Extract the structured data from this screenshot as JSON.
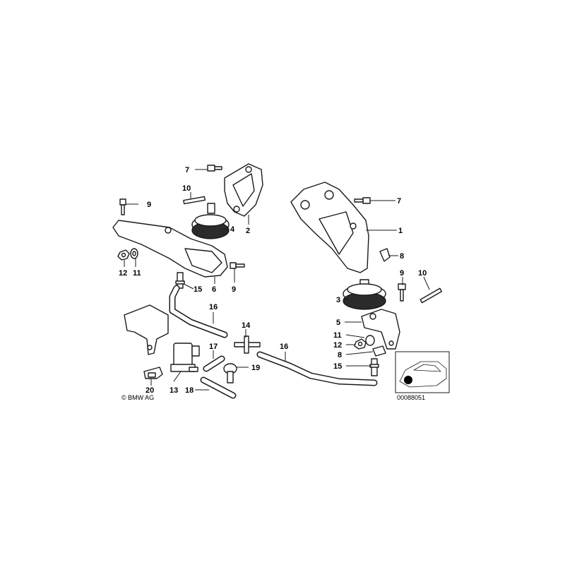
{
  "diagram": {
    "callouts": {
      "c1": "1",
      "c2": "2",
      "c3": "3",
      "c4": "4",
      "c5": "5",
      "c6": "6",
      "c7a": "7",
      "c7b": "7",
      "c8a": "8",
      "c8b": "8",
      "c9a": "9",
      "c9b": "9",
      "c9c": "9",
      "c10a": "10",
      "c10b": "10",
      "c11a": "11",
      "c11b": "11",
      "c12a": "12",
      "c12b": "12",
      "c13": "13",
      "c14": "14",
      "c15a": "15",
      "c15b": "15",
      "c16a": "16",
      "c16b": "16",
      "c17": "17",
      "c18": "18",
      "c19": "19",
      "c20": "20"
    },
    "copyright": "© BMW AG",
    "image_number": "00088051"
  }
}
